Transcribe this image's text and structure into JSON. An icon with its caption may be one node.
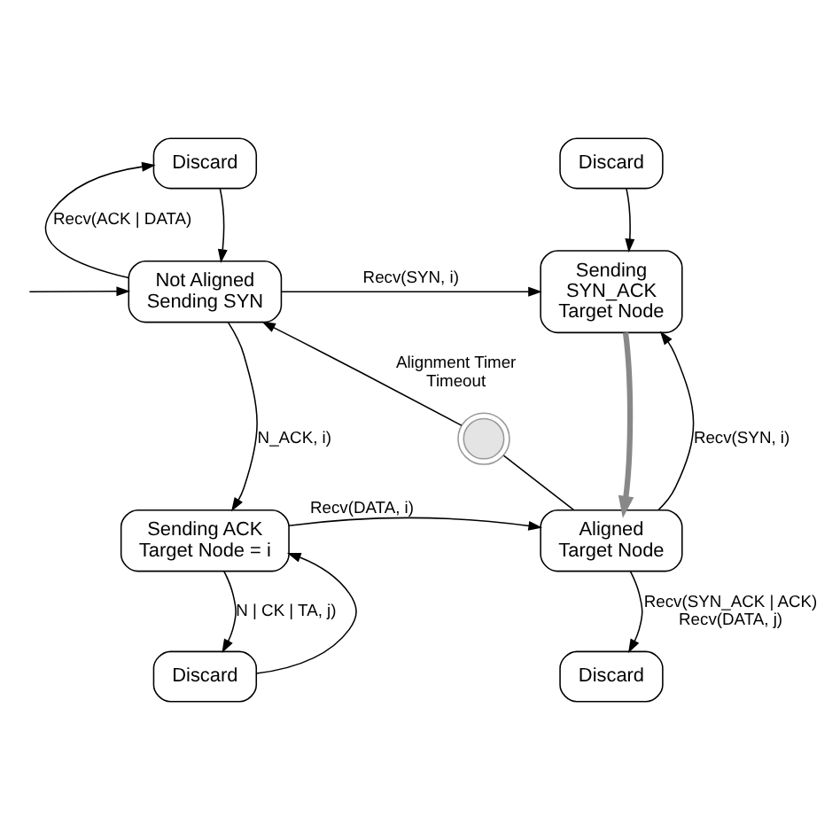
{
  "diagram": {
    "nodes": [
      {
        "text": [
          "Discard"
        ]
      },
      {
        "text": [
          "Discard"
        ]
      },
      {
        "text": [
          "Not Aligned Sending SYN"
        ]
      },
      {
        "text": [
          "Sending SYN_ACK",
          "Target Node"
        ]
      },
      {
        "text": [
          "Sending ACK",
          "Target Node = i"
        ]
      },
      {
        "text": [
          "Aligned",
          "Target Node"
        ]
      },
      {
        "text": [
          "Discard"
        ]
      },
      {
        "text": [
          "Discard"
        ]
      },
      {
        "text": [],
        "shape": "picture"
      }
    ],
    "edges": [
      {
        "from": 0,
        "to": 2,
        "arrow": "to"
      },
      {
        "from": 2,
        "to": 0,
        "arrow": "to",
        "label": "Recv(ACK | DATA)"
      },
      {
        "from": null,
        "to": 2,
        "arrow": "to"
      },
      {
        "from": 2,
        "to": 3,
        "arrow": "to",
        "label": "Recv(SYN, i)"
      },
      {
        "from": 1,
        "to": 3,
        "arrow": "to"
      },
      {
        "from": 2,
        "to": 4,
        "arrow": "to",
        "label": "N_ACK, i)"
      },
      {
        "from": 5,
        "to": 8,
        "arrow": "none"
      },
      {
        "from": 8,
        "to": 2,
        "arrow": "to",
        "label": "Alignment Timer Timeout"
      },
      {
        "from": 5,
        "to": 3,
        "arrow": "to",
        "label": "Recv(SYN, i)"
      },
      {
        "from": 3,
        "to": 5,
        "arrow": "to",
        "style": "thick",
        "color": "#888888"
      },
      {
        "from": 4,
        "to": 5,
        "arrow": "to",
        "label": "Recv(DATA, i)"
      },
      {
        "from": 4,
        "to": 6,
        "arrow": "to",
        "label": "N | CK | TA, j)"
      },
      {
        "from": 6,
        "to": 4,
        "arrow": "to"
      },
      {
        "from": 5,
        "to": 7,
        "arrow": "to",
        "label": "Recv(SYN_ACK | ACK) Recv(DATA, j)"
      }
    ]
  }
}
